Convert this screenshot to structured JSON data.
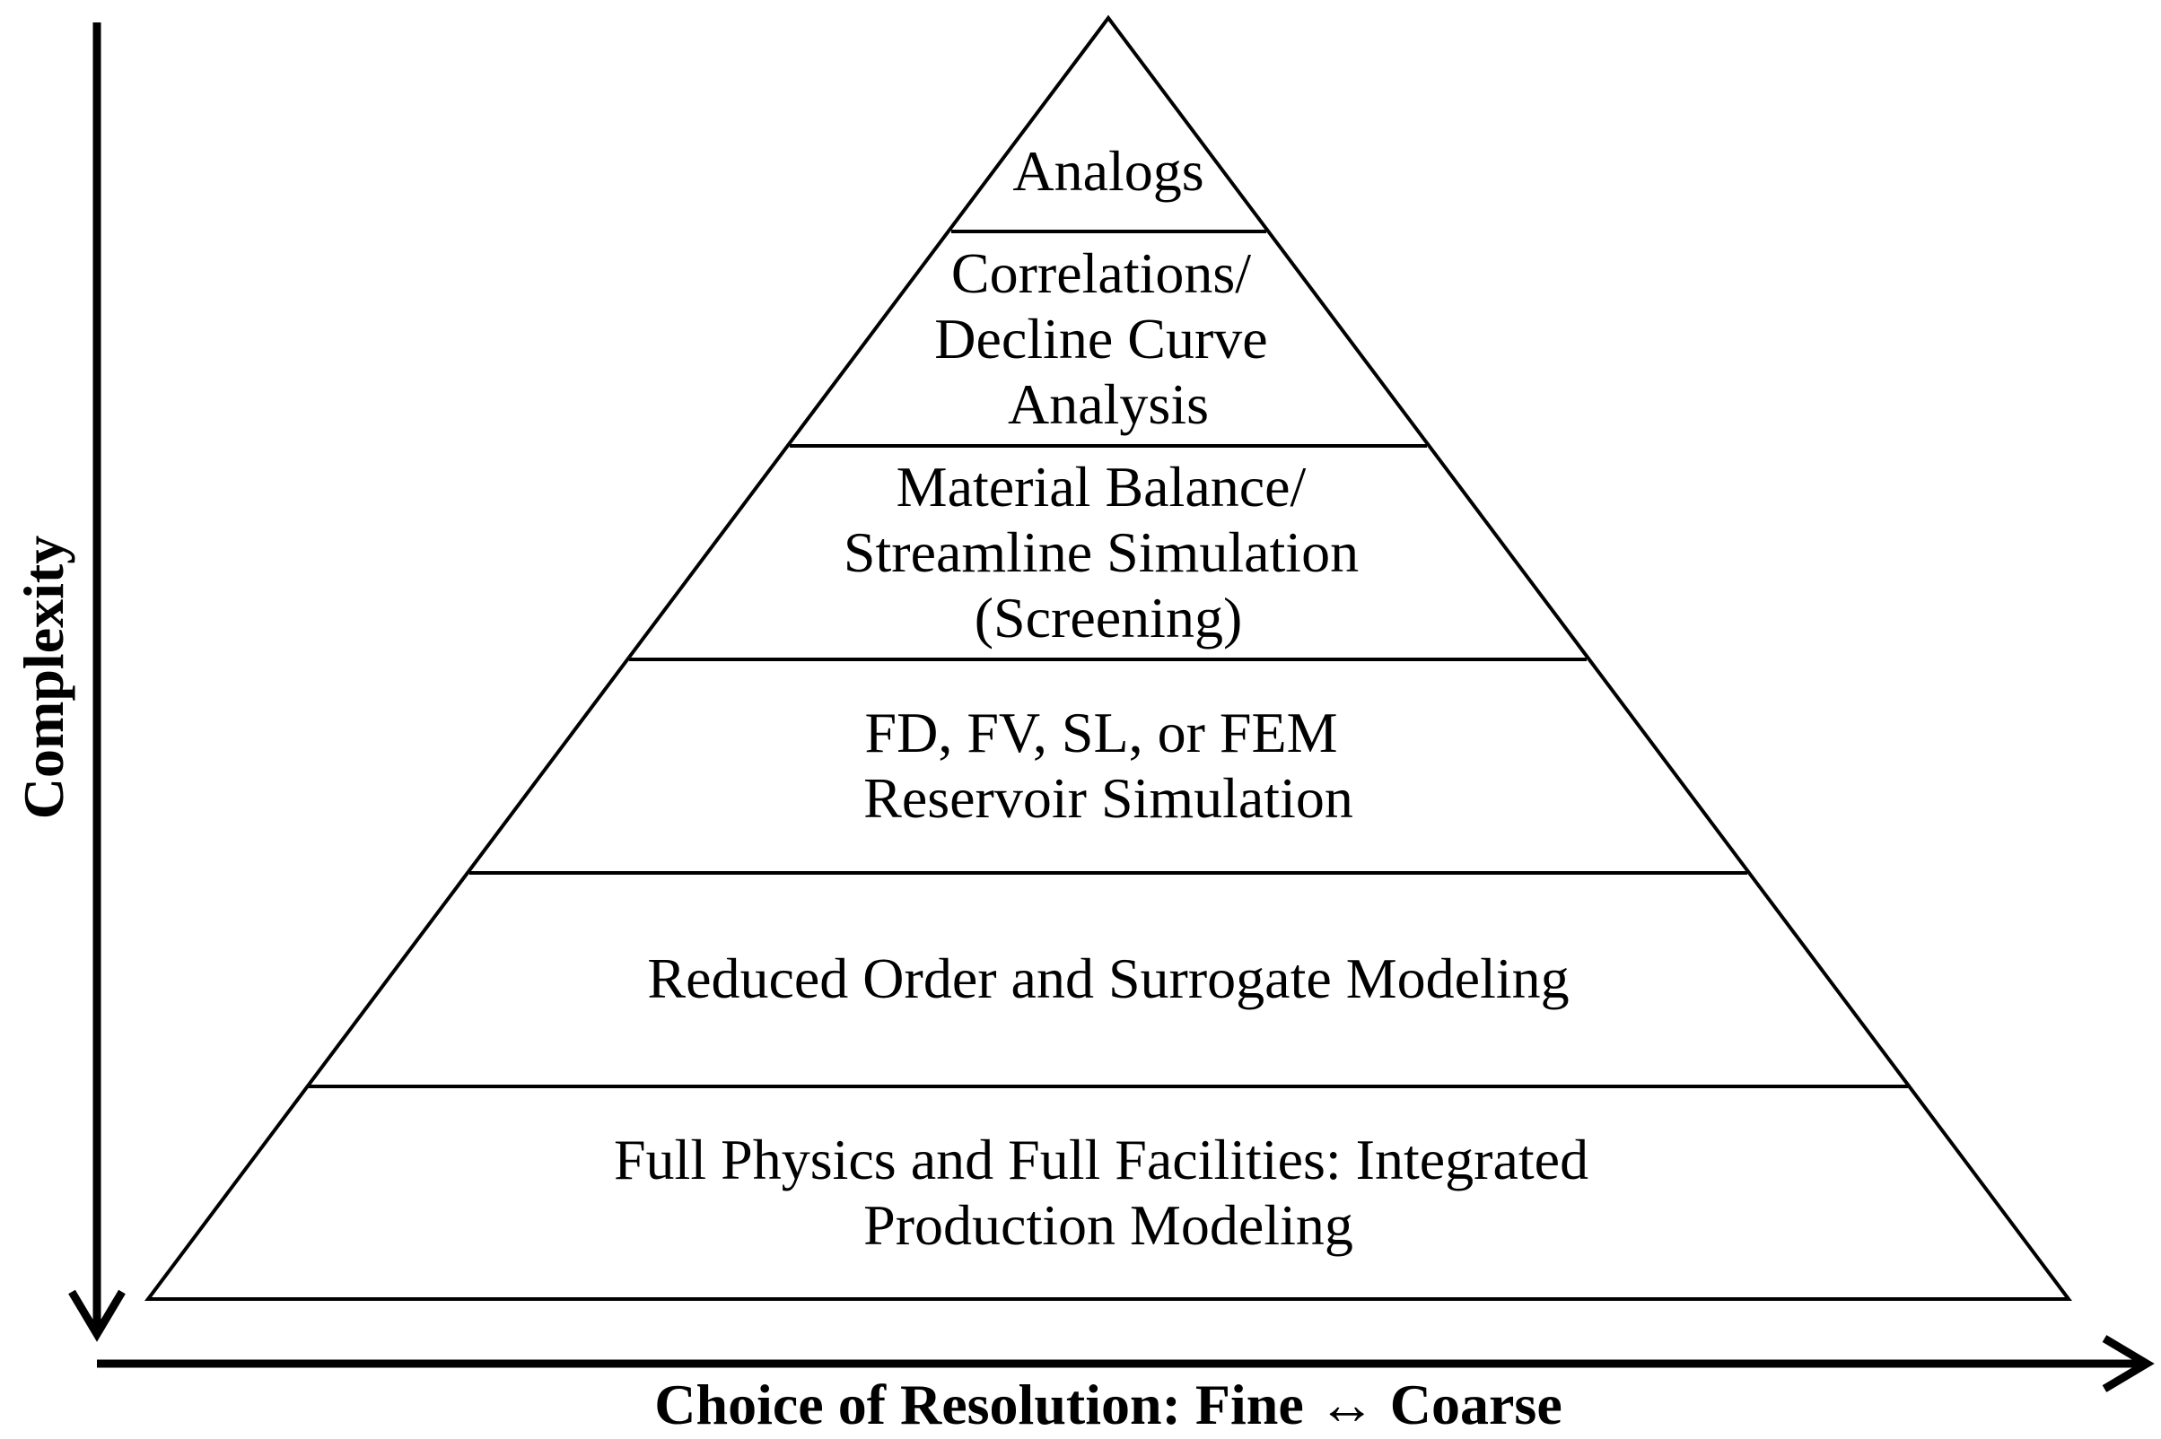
{
  "pyramid": {
    "tiers": [
      {
        "lines": [
          "Analogs"
        ]
      },
      {
        "lines": [
          "Correlations/",
          "Decline Curve",
          "Analysis"
        ]
      },
      {
        "lines": [
          "Material Balance/",
          "Streamline Simulation",
          "(Screening)"
        ]
      },
      {
        "lines": [
          "FD, FV, SL, or FEM",
          "Reservoir Simulation"
        ]
      },
      {
        "lines": [
          "Reduced Order and Surrogate Modeling"
        ]
      },
      {
        "lines": [
          "Full Physics and Full Facilities: Integrated",
          "Production Modeling"
        ]
      }
    ]
  },
  "axes": {
    "vertical_label": "Complexity",
    "horizontal_label": "Choice of Resolution: Fine ↔ Coarse"
  },
  "colors": {
    "stroke": "#000000",
    "background": "#ffffff"
  }
}
